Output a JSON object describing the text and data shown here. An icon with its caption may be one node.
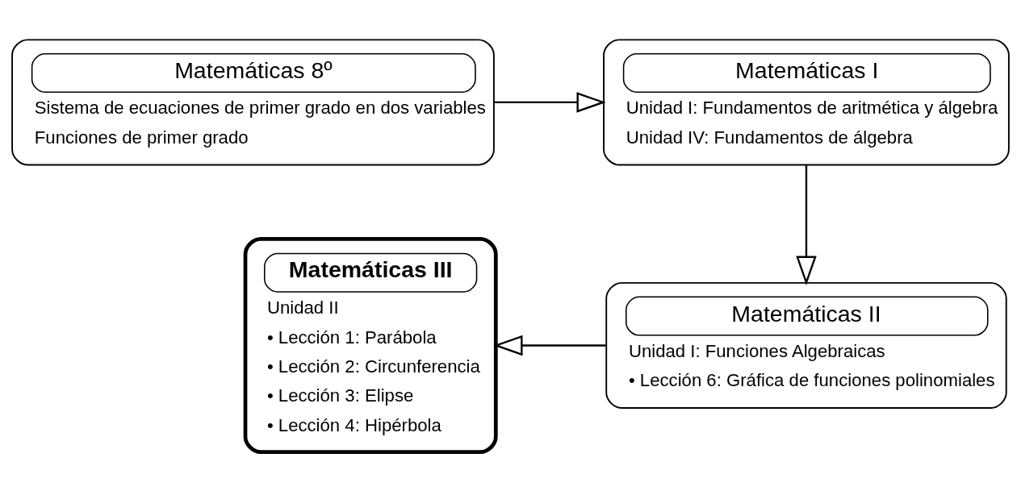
{
  "diagram": {
    "nodes": [
      {
        "text": [
          "Matemáticas 8º",
          "Sistema de ecuaciones de primer grado en dos variables",
          "Funciones de primer grado"
        ]
      },
      {
        "text": [
          "Matemáticas I",
          "Unidad I: Fundamentos de aritmética y álgebra",
          "Unidad IV: Fundamentos de álgebra"
        ]
      },
      {
        "text": [
          "Matemáticas III",
          "Unidad II",
          "• Lección 1: Parábola",
          "• Lección 2: Circunferencia",
          "• Lección 3: Elipse",
          "• Lección 4: Hipérbola"
        ]
      },
      {
        "text": [
          "Matemáticas II",
          "Unidad I: Funciones Algebraicas",
          "• Lección 6: Gráfica de funciones polinomiales"
        ]
      }
    ],
    "edges": [
      {
        "from": 0,
        "to": 1,
        "arrow": "to"
      },
      {
        "from": 1,
        "to": 3,
        "arrow": "to"
      },
      {
        "from": 3,
        "to": 2,
        "arrow": "to"
      }
    ]
  }
}
